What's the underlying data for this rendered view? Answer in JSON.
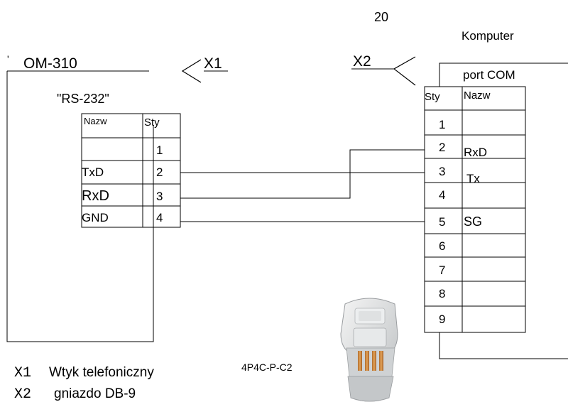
{
  "page_number": "20",
  "left_device": {
    "mark": "'",
    "title": "OM-310",
    "subtitle": "\"RS-232\"",
    "headers": {
      "name": "Nazw",
      "pin": "Sty"
    },
    "rows": [
      {
        "name": "",
        "pin": "1"
      },
      {
        "name": "TxD",
        "pin": "2"
      },
      {
        "name": "RxD",
        "pin": "3"
      },
      {
        "name": "GND",
        "pin": "4"
      }
    ]
  },
  "right_device": {
    "title": "Komputer",
    "subtitle": "port COM",
    "headers": {
      "pin": "Sty",
      "name": "Nazw"
    },
    "rows": [
      {
        "pin": "1",
        "name": ""
      },
      {
        "pin": "2",
        "name": "RxD"
      },
      {
        "pin": "3",
        "name": "Tx"
      },
      {
        "pin": "4",
        "name": ""
      },
      {
        "pin": "5",
        "name": "SG"
      },
      {
        "pin": "6",
        "name": ""
      },
      {
        "pin": "7",
        "name": ""
      },
      {
        "pin": "8",
        "name": ""
      },
      {
        "pin": "9",
        "name": ""
      }
    ]
  },
  "connectors": {
    "x1_label": "X1",
    "x2_label": "X2"
  },
  "legend": [
    {
      "code": "X1",
      "text": "Wtyk telefoniczny"
    },
    {
      "code": "X2",
      "text": "gniazdo DB-9"
    }
  ],
  "plug_label": "4P4C-P-C2"
}
